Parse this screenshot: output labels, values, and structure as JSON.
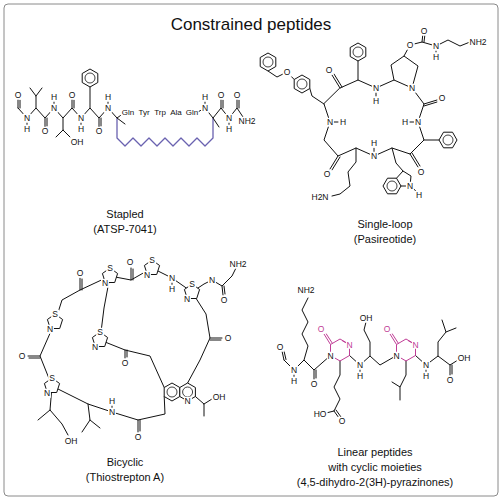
{
  "diagram": {
    "title": "Constrained peptides",
    "labels": [
      "O",
      "N",
      "H",
      "O",
      "N",
      "H",
      "OH",
      "O",
      "N",
      "H",
      "O",
      "N",
      "H",
      "Gln",
      "Tyr",
      "Trp",
      "Ala",
      "Gln",
      "N",
      "H",
      "O",
      "N",
      "H",
      "O",
      "NH2",
      "Stapled",
      "(ATSP-7041)",
      "O",
      "N",
      "H",
      "N",
      "O",
      "N",
      "H",
      "O",
      "N",
      "H",
      "O",
      "N",
      "H",
      "O",
      "O",
      "N",
      "H",
      "NH2",
      "O",
      "N",
      "H",
      "H2N",
      "Single-loop",
      "(Pasireotide)",
      "S",
      "N",
      "S",
      "N",
      "S",
      "N",
      "S",
      "N",
      "S",
      "N",
      "S",
      "N",
      "O",
      "O",
      "O",
      "O",
      "O",
      "N",
      "H",
      "N",
      "H",
      "N",
      "NH2",
      "O",
      "O",
      "N",
      "OH",
      "OH",
      "Bicyclic",
      "(Thiostrepton A)",
      "O",
      "N",
      "H",
      "NH2",
      "O",
      "N",
      "N",
      "O",
      "O",
      "HO",
      "N",
      "H",
      "OH",
      "N",
      "N",
      "O",
      "N",
      "H",
      "O",
      "OH",
      "Linear peptides",
      "with cyclic moieties",
      "(4,5-dihydro-2(3H)-pyrazinones)"
    ]
  }
}
